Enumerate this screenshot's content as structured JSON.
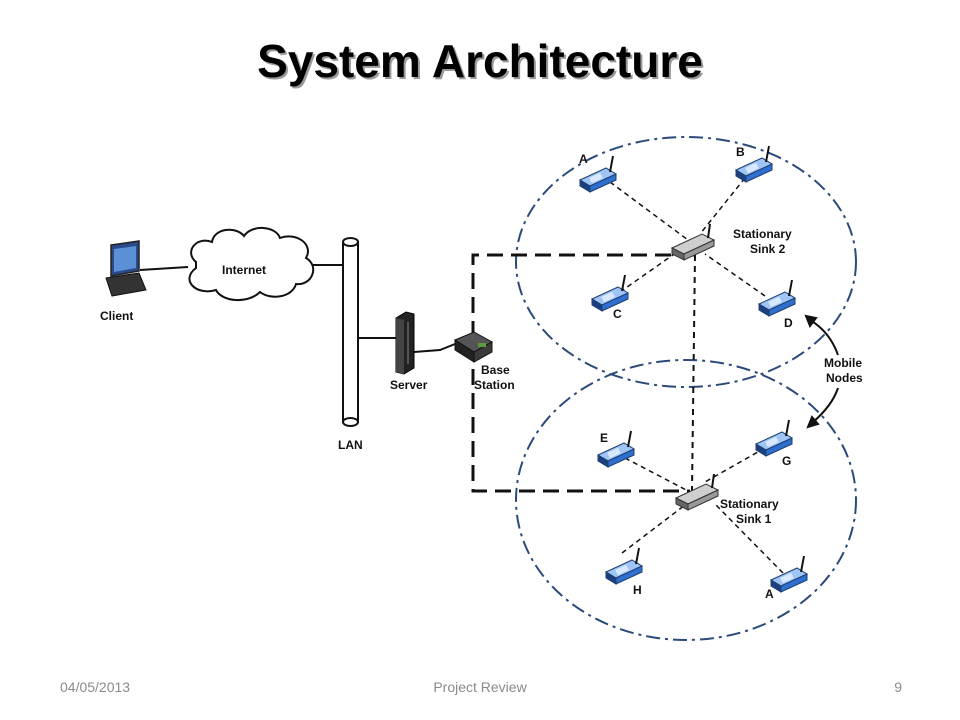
{
  "slide": {
    "title": "System Architecture"
  },
  "diagram": {
    "client": "Client",
    "internet": "Internet",
    "lan": "LAN",
    "server": "Server",
    "base_station_line1": "Base",
    "base_station_line2": "Station",
    "sink2_line1": "Stationary",
    "sink2_line2": "Sink 2",
    "sink1_line1": "Stationary",
    "sink1_line2": "Sink 1",
    "mobile_line1": "Mobile",
    "mobile_line2": "Nodes",
    "node_a_top": "A",
    "node_b": "B",
    "node_c": "C",
    "node_d": "D",
    "node_e": "E",
    "node_g": "G",
    "node_h": "H",
    "node_a_bottom": "A"
  },
  "footer": {
    "date": "04/05/2013",
    "center": "Project Review",
    "page": "9"
  },
  "colors": {
    "cluster_border": "#2b4a7a",
    "node_blue": "#2e6fd0",
    "title": "#000000",
    "footer_text": "#8a8a8a"
  }
}
